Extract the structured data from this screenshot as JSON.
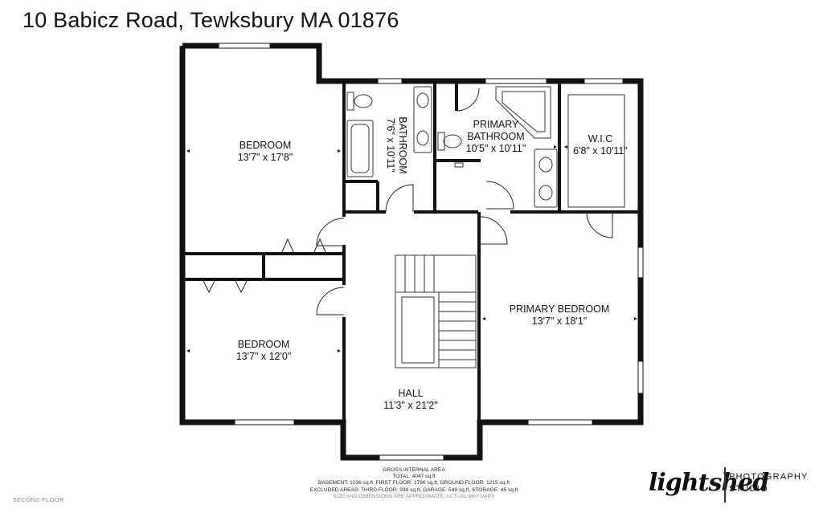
{
  "header": {
    "address": "10 Babicz Road, Tewksbury MA 01876"
  },
  "rooms": {
    "bedroom_1": {
      "name": "BEDROOM",
      "size": "13'7\" x 17'8\""
    },
    "bathroom": {
      "name": "BATHROOM",
      "size": "7'6\" x 10'11\""
    },
    "primary_bathroom": {
      "name_line1": "PRIMARY",
      "name_line2": "BATHROOM",
      "size": "10'5\" x 10'11\""
    },
    "wic": {
      "name": "W.I.C",
      "size": "6'8\" x 10'11\""
    },
    "bedroom_2": {
      "name": "BEDROOM",
      "size": "13'7\" x 12'0\""
    },
    "primary_bedroom": {
      "name": "PRIMARY BEDROOM",
      "size": "13'7\" x 18'1\""
    },
    "hall": {
      "name": "HALL",
      "size": "11'3\" x 21'2\""
    }
  },
  "areas": {
    "heading": "GROSS INTERNAL AREA",
    "total": "TOTAL: 4047 sq.ft",
    "line1": "BASEMENT: 1036 sq.ft, FIRST FLOOR: 1796 sq.ft, GROUND FLOOR: 1215 sq.ft",
    "line2": "EXCLUDED AREAS: THIRD FLOOR: 934 sq.ft, GARAGE: 549 sq.ft, STORAGE: 45 sq.ft",
    "disclaimer": "SIZE AND DIMENSIONS ARE APPROXIMATE, ACTUAL MAY VARY"
  },
  "floor_label": "SECOND FLOOR",
  "logo": {
    "script": "lightshed",
    "line1": "PHOTOGRAPHY",
    "line2": "STUDIO"
  },
  "colors": {
    "wall": "#111111",
    "fixture": "#333333",
    "background": "#ffffff"
  }
}
